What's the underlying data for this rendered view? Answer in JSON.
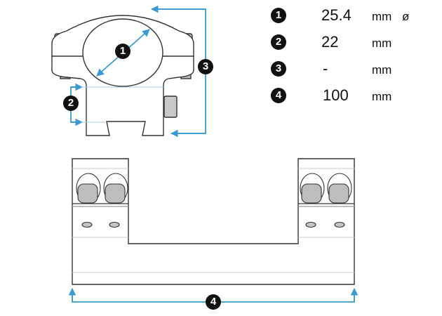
{
  "specs": [
    {
      "num": "1",
      "value": "25.4",
      "unit": "mm",
      "symbol": "ø"
    },
    {
      "num": "2",
      "value": "22",
      "unit": "mm"
    },
    {
      "num": "3",
      "value": "-",
      "unit": "mm"
    },
    {
      "num": "4",
      "value": "100",
      "unit": "mm"
    }
  ],
  "colors": {
    "dimension": "#3a9ad6",
    "outline": "#333333",
    "badge": "#111111"
  }
}
